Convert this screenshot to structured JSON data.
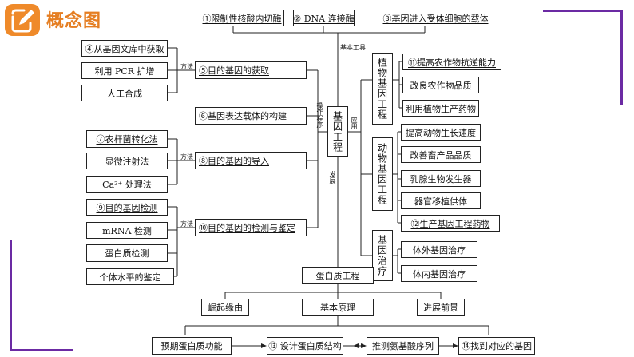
{
  "header": {
    "logo_icon": "pencil-icon",
    "title": "概念图"
  },
  "colors": {
    "accent": "#6b2aa3",
    "badge": "#ef8a2a"
  },
  "top_tools": {
    "items": [
      "①限制性核酸内切酶",
      "② DNA 连接酶",
      "③基因进入受体细胞的载体"
    ],
    "label": "基本工具"
  },
  "center": {
    "node": "基因工程",
    "procedure_label": "操作程序",
    "application_label": "应用",
    "development_label": "发展"
  },
  "steps": [
    "⑤目的基因的获取",
    "⑥基因表达载体的构建",
    "⑧目的基因的导入",
    "⑩目的基因的检测与鉴定"
  ],
  "method_label": "方法",
  "acquisition_methods": [
    "④从基因文库中获取",
    "利用 PCR 扩增",
    "人工合成"
  ],
  "introduction_methods": [
    "⑦农杆菌转化法",
    "显微注射法",
    "Ca²⁺ 处理法"
  ],
  "detection_methods": [
    "⑨目的基因检测",
    "mRNA 检测",
    "蛋白质检测",
    "个体水平的鉴定"
  ],
  "applications": {
    "plant": {
      "title": "植物基因工程",
      "items": [
        "⑪提高农作物抗逆能力",
        "改良农作物品质",
        "利用植物生产药物"
      ]
    },
    "animal": {
      "title": "动物基因工程",
      "items": [
        "提高动物生长速度",
        "改善畜产品品质",
        "乳腺生物发生器",
        "器官移植供体",
        "⑫生产基因工程药物"
      ]
    },
    "therapy": {
      "title": "基因治疗",
      "items": [
        "体外基因治疗",
        "体内基因治疗"
      ]
    }
  },
  "protein_engineering": {
    "node": "蛋白质工程",
    "branches": [
      "崛起缘由",
      "基本原理",
      "进展前景"
    ],
    "flow": [
      "预期蛋白质功能",
      "⑬ 设计蛋白质结构",
      "推测氨基酸序列",
      "⑭找到对应的基因"
    ]
  }
}
